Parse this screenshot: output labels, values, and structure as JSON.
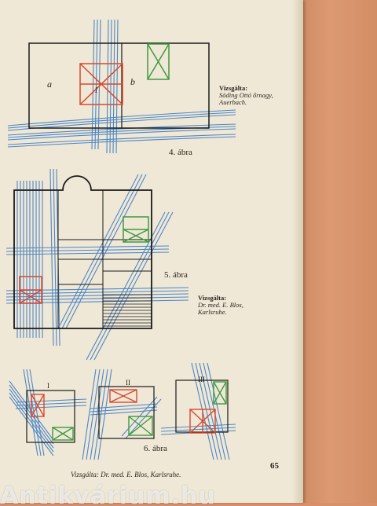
{
  "figure4": {
    "caption": "4. ábra",
    "label_a": "a",
    "label_b": "b",
    "label_1": "1",
    "attribution_title": "Vizsgálta:",
    "attribution_line1": "Söding Ottó őrnagy,",
    "attribution_line2": "Auerbach."
  },
  "figure5": {
    "caption": "5. ábra",
    "attribution_title": "Vizsgálta:",
    "attribution_line1": "Dr. med. E. Blos,",
    "attribution_line2": "Karlsruhe."
  },
  "figure6": {
    "caption": "6. ábra",
    "label_I": "I",
    "label_II": "II",
    "label_III": "III"
  },
  "bottom_attribution": "Vizsgálta: Dr. med. E. Blos, Karlsruhe.",
  "page_number": "65",
  "watermark": "Antikvárium.hu",
  "colors": {
    "blue_lines": "#4d86c6",
    "red_marks": "#d9482e",
    "green_marks": "#3e9a3e",
    "ink": "#1a1a1a"
  }
}
